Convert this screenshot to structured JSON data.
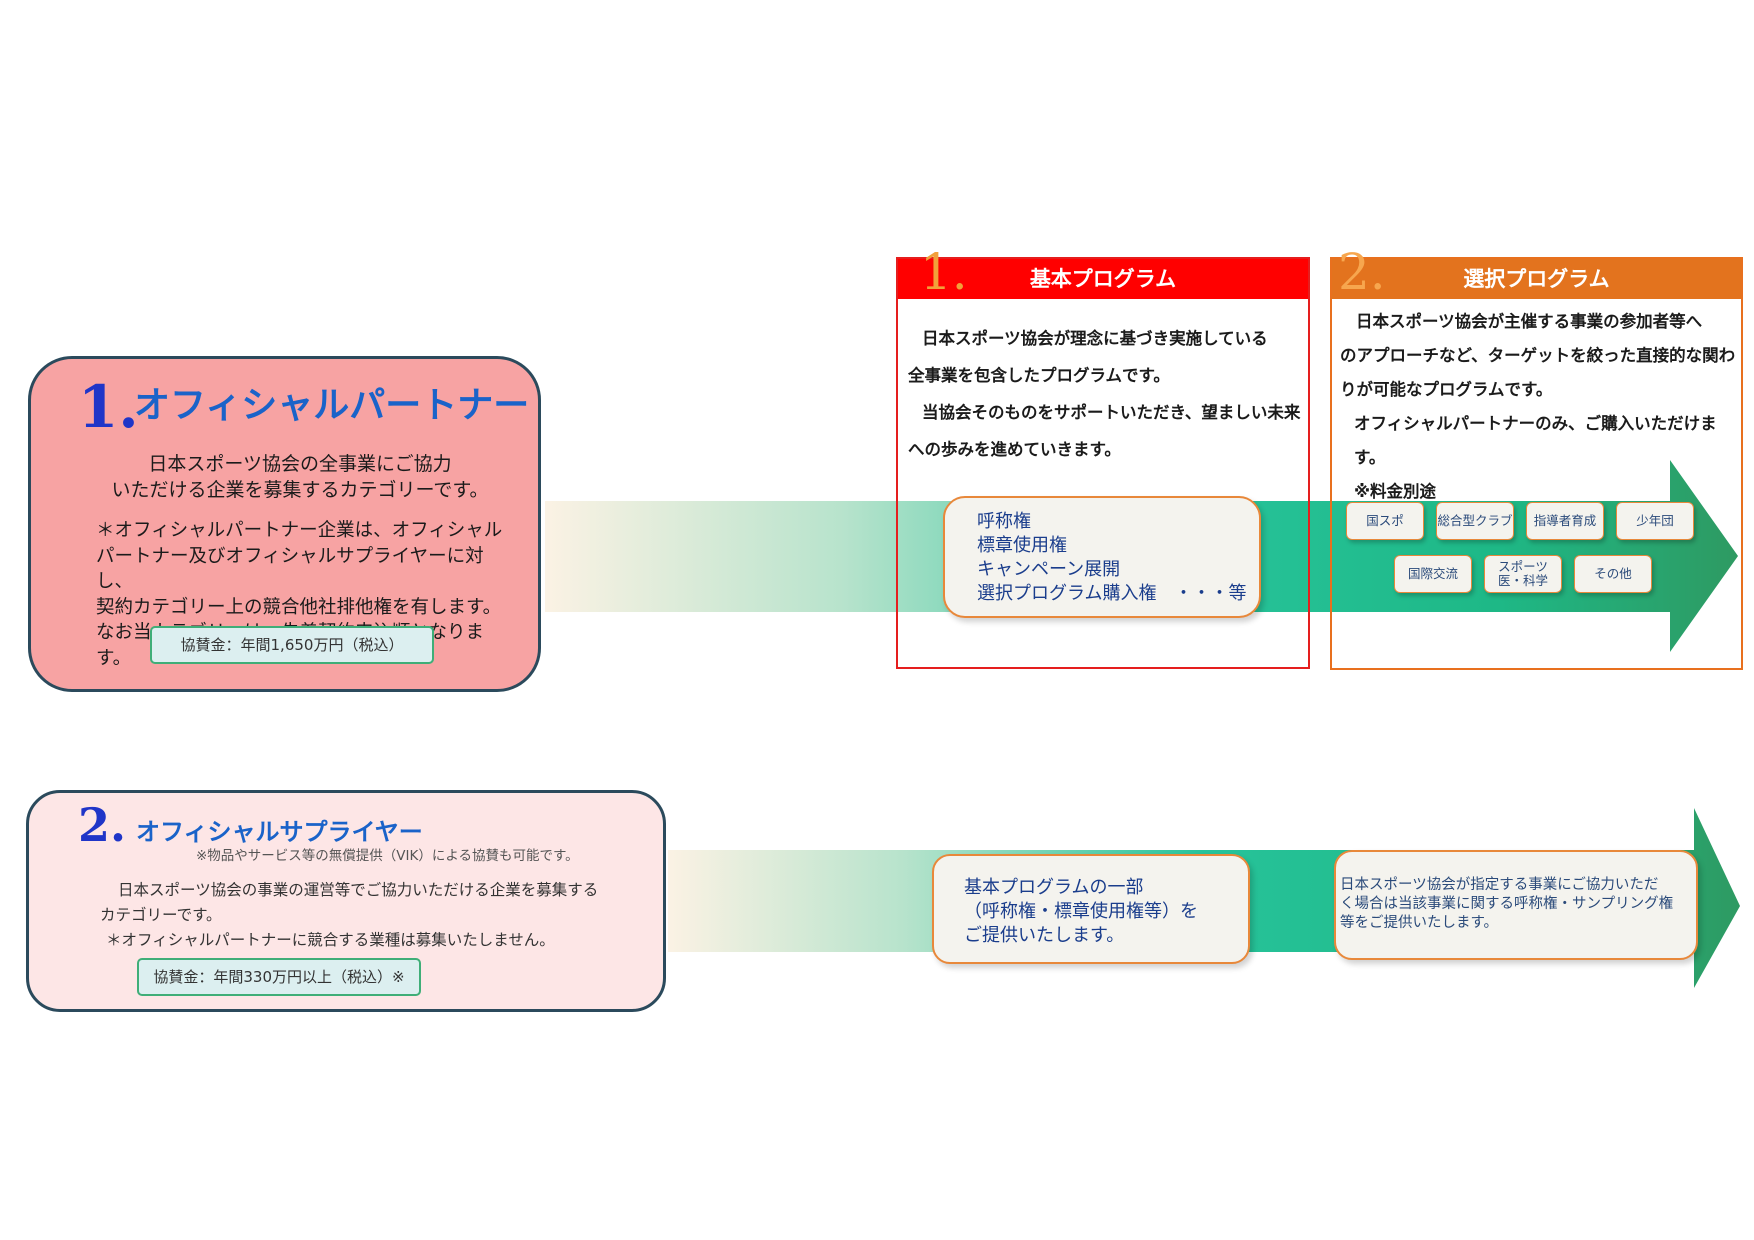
{
  "colors": {
    "partner_card_bg": "#f7a3a3",
    "supplier_card_bg": "#fde6e6",
    "card_border": "#2b4a5c",
    "number_blue": "#1f35c8",
    "title_blue": "#1a63c9",
    "basic_program_red": "#ff0000",
    "select_program_orange": "#e3731e",
    "arrow_green": "#1fbe8a",
    "arrow_green_dark": "#2e9c63",
    "fee_box_border": "#3fae78"
  },
  "partner": {
    "number": "1.",
    "title": "オフィシャルパートナー",
    "description": [
      "日本スポーツ協会の全事業にご協力",
      "いただける企業を募集するカテゴリーです。"
    ],
    "notes": [
      "＊オフィシャルパートナー企業は、オフィシャル",
      "パートナー及びオフィシャルサプライヤーに対し、",
      "契約カテゴリー上の競合他社排他権を有します。",
      "なお当カテゴリーは、先着契約申込順となります。"
    ],
    "fee": "協賛金：年間1,650万円（税込）"
  },
  "supplier": {
    "number": "2.",
    "title": "オフィシャルサプライヤー",
    "vik_note": "※物品やサービス等の無償提供（VIK）による協賛も可能です。",
    "description": [
      "日本スポーツ協会の事業の運営等でご協力いただける企業を募集する",
      "カテゴリーです。",
      "＊オフィシャルパートナーに競合する業種は募集いたしません。"
    ],
    "fee": "協賛金：年間330万円以上（税込）※"
  },
  "basic_program": {
    "number": "1.",
    "title": "基本プログラム",
    "text": [
      "日本スポーツ協会が理念に基づき実施している",
      "全事業を包含したプログラムです。",
      "当協会そのものをサポートいただき、望ましい未来",
      "への歩みを進めていきます。"
    ],
    "rights": [
      "呼称権",
      "標章使用権",
      "キャンペーン展開",
      "選択プログラム購入権　・・・等"
    ]
  },
  "select_program": {
    "number": "2.",
    "title": "選択プログラム",
    "text": [
      "日本スポーツ協会が主催する事業の参加者等へ",
      "のアプローチなど、ターゲットを絞った直接的な関わ",
      "りが可能なプログラムです。",
      "オフィシャルパートナーのみ、ご購入いただけます。",
      "※料金別途"
    ],
    "chips": [
      "国スポ",
      "総合型クラブ",
      "指導者育成",
      "少年団",
      "国際交流",
      "スポーツ\n医・科学",
      "その他"
    ]
  },
  "supplier_row": {
    "basic_part": [
      "基本プログラムの一部",
      "（呼称権・標章使用権等）を",
      "ご提供いたします。"
    ],
    "event_part": [
      "日本スポーツ協会が指定する事業にご協力いただ",
      "く場合は当該事業に関する呼称権・サンプリング権",
      "等をご提供いたします。"
    ]
  }
}
